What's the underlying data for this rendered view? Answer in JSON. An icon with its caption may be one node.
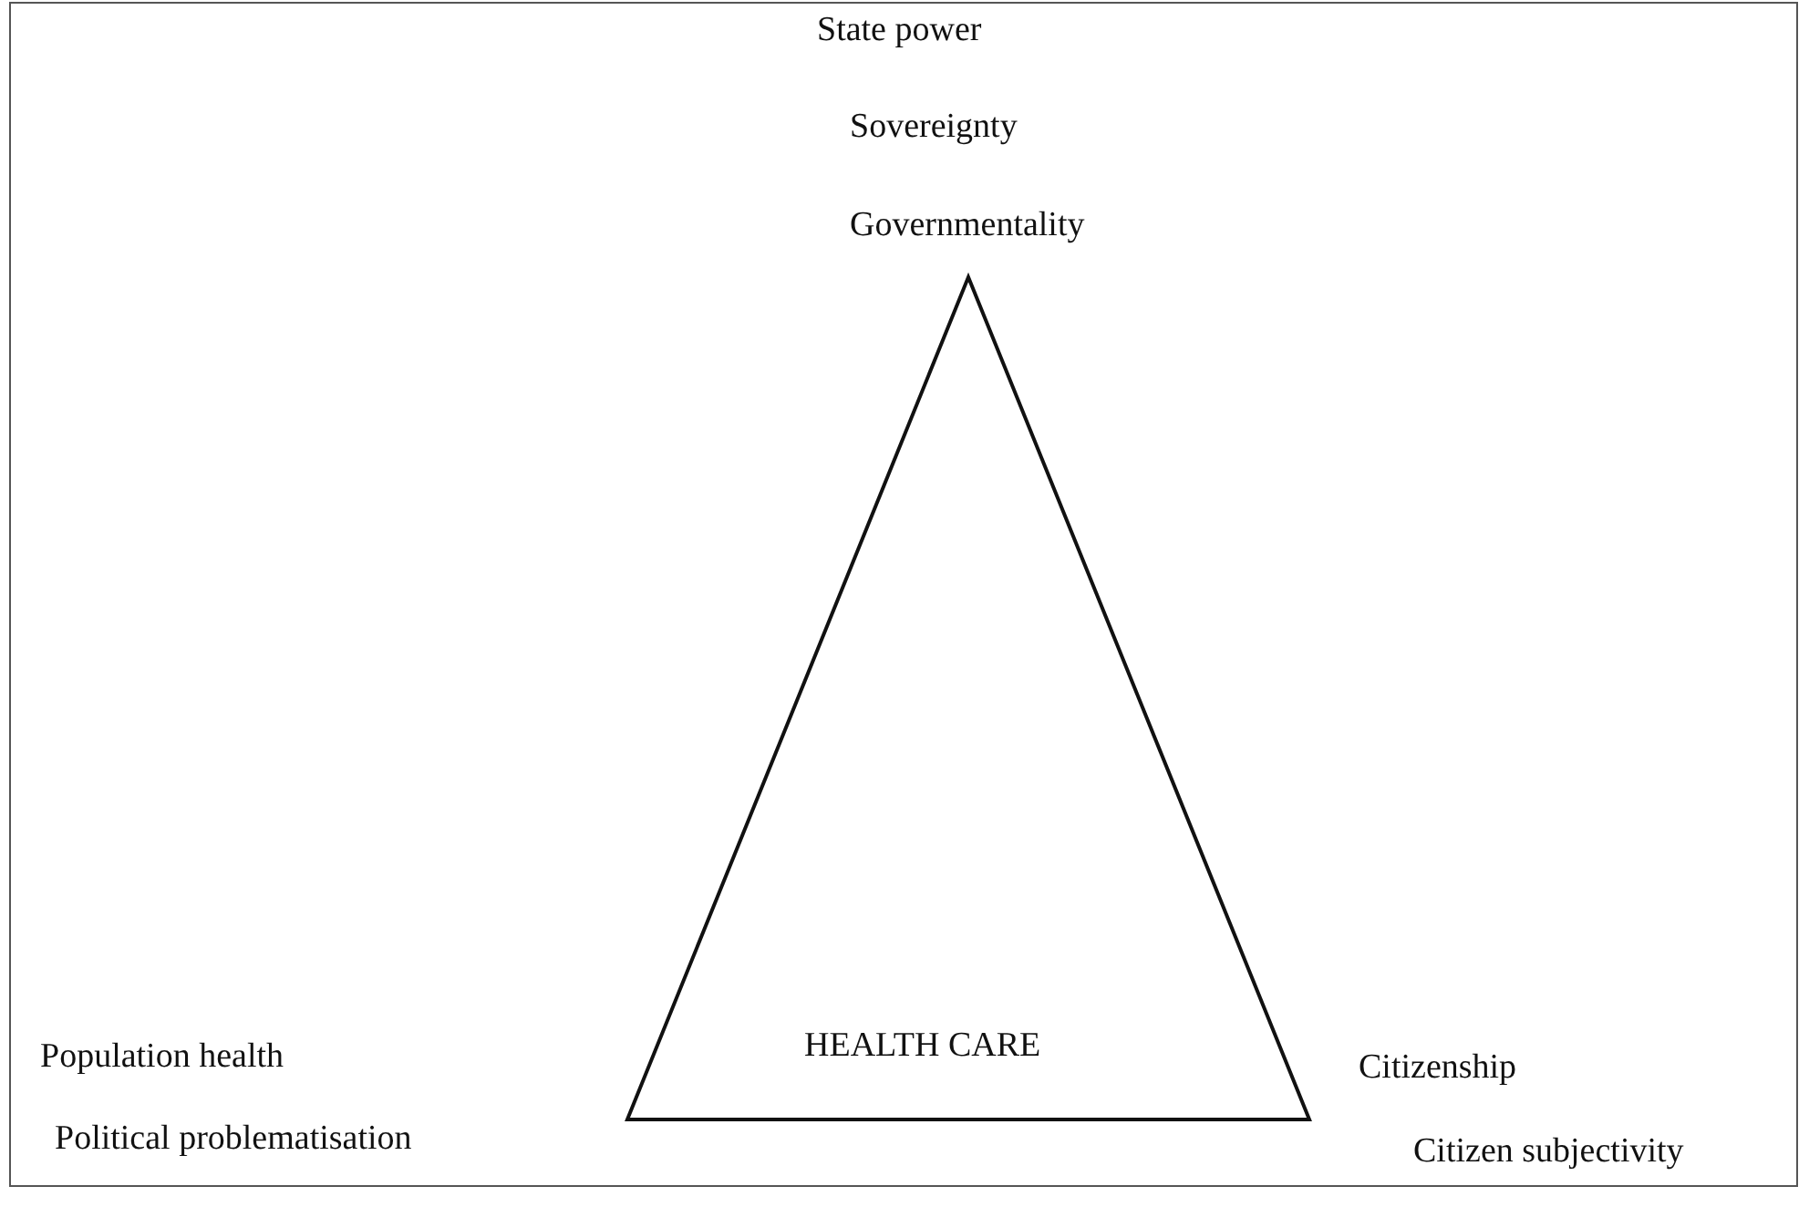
{
  "diagram": {
    "nodes": [
      {
        "text": [
          "HEALTH CARE"
        ]
      }
    ],
    "edges": [],
    "labels": [
      "State power",
      "Sovereignty",
      "Governmentality",
      "Population health",
      "Political problematisation",
      "Citizenship",
      "Citizen subjectivity"
    ]
  }
}
